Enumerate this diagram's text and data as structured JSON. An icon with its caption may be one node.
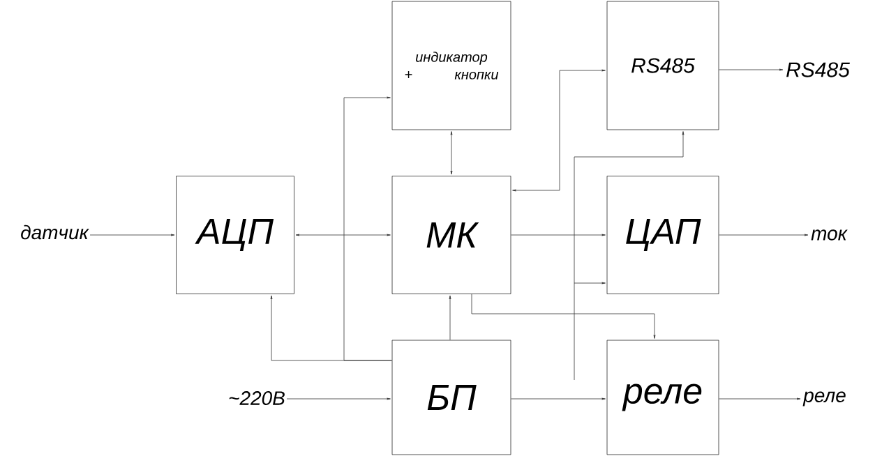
{
  "diagram": {
    "nodes": [
      {
        "text": [
          "индикатор + кнопки"
        ]
      },
      {
        "text": [
          "RS485"
        ]
      },
      {
        "text": [
          "RS485"
        ]
      },
      {
        "text": [
          "датчик"
        ]
      },
      {
        "text": [
          "АЦП"
        ]
      },
      {
        "text": [
          "МК"
        ]
      },
      {
        "text": [
          "ЦАП"
        ]
      },
      {
        "text": [
          "ток"
        ]
      },
      {
        "text": [
          "БП"
        ]
      },
      {
        "text": [
          "~220В"
        ]
      },
      {
        "text": [
          "реле"
        ]
      },
      {
        "text": [
          "реле"
        ]
      }
    ],
    "edges": [
      {
        "from": 3,
        "to": 4,
        "arrow": "to"
      },
      {
        "from": 4,
        "to": 5,
        "arrow": "both"
      },
      {
        "from": 0,
        "to": 5,
        "arrow": "both"
      },
      {
        "from": 5,
        "to": 1,
        "arrow": "both"
      },
      {
        "from": 5,
        "to": 6,
        "arrow": "to"
      },
      {
        "from": 6,
        "to": 7,
        "arrow": "to"
      },
      {
        "from": null,
        "to": 1,
        "arrow": "to"
      },
      {
        "from": null,
        "to": 6,
        "arrow": "to"
      },
      {
        "from": 5,
        "to": 10,
        "arrow": "to"
      },
      {
        "from": 8,
        "to": 4,
        "arrow": "to"
      },
      {
        "from": 8,
        "to": 0,
        "arrow": "to"
      },
      {
        "from": 8,
        "to": 5,
        "arrow": "to"
      },
      {
        "from": 9,
        "to": 8,
        "arrow": "to"
      },
      {
        "from": 8,
        "to": 10,
        "arrow": "to"
      },
      {
        "from": 10,
        "to": 11,
        "arrow": "to"
      },
      {
        "from": 1,
        "to": 2,
        "arrow": "to"
      }
    ]
  }
}
